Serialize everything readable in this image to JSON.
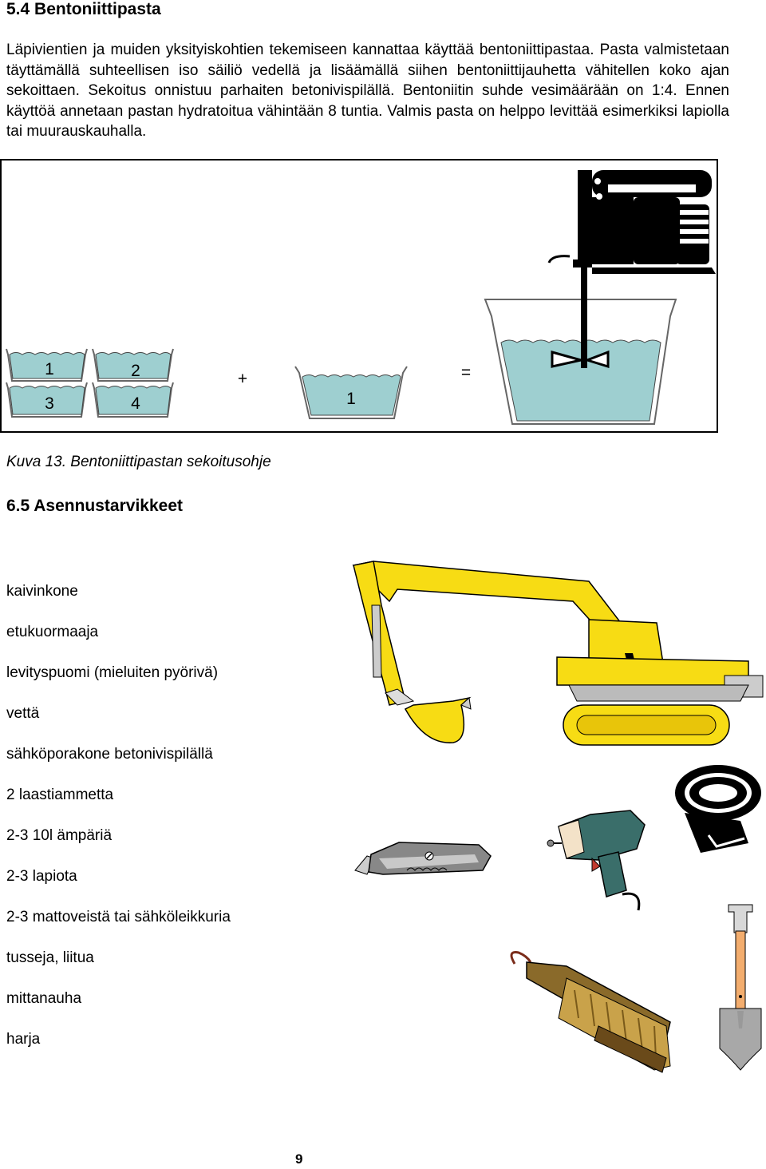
{
  "section_54": {
    "heading": "5.4 Bentoniittipasta"
  },
  "paragraph": "Läpivientien ja muiden yksityiskohtien tekemiseen kannattaa käyttää bentoniittipastaa. Pasta valmistetaan täyttämällä suhteellisen iso säiliö vedellä ja lisäämällä siihen bentoniittijauhetta vähitellen koko ajan sekoittaen. Sekoitus onnistuu parhaiten betonivispilällä. Bentoniitin suhde vesimäärään on 1:4. Ennen käyttöä annetaan pastan hydratoitua vähintään 8 tuntia. Valmis pasta on helppo levittää esimerkiksi lapiolla tai muurauskauhalla.",
  "figure": {
    "bowl_labels": [
      "1",
      "2",
      "3",
      "4"
    ],
    "plus": "+",
    "water_label": "1",
    "equals": "=",
    "caption": "Kuva 13. Bentoniittipastan sekoitusohje"
  },
  "section_65": {
    "heading": "6.5 Asennustarvikkeet"
  },
  "supplies": [
    "kaivinkone",
    "etukuormaaja",
    "levityspuomi (mieluiten pyörivä)",
    "vettä",
    "sähköporakone betonivispilällä",
    "2 laastiammetta",
    "2-3 10l ämpäriä",
    "2-3 lapiota",
    "2-3 mattoveistä tai sähköleikkuria",
    "tusseja, liitua",
    "mittanauha",
    "harja"
  ],
  "icons": [
    "drill-icon",
    "excavator-icon",
    "tape-measure-icon",
    "heat-gun-icon",
    "utility-knife-icon",
    "shovel-icon",
    "wire-brush-icon"
  ],
  "colors": {
    "water": "#9ecfd0",
    "excavator": "#f7dc14",
    "brush": "#c9a24a",
    "heat_gun_body": "#3a6e6a"
  },
  "page_number": "9"
}
